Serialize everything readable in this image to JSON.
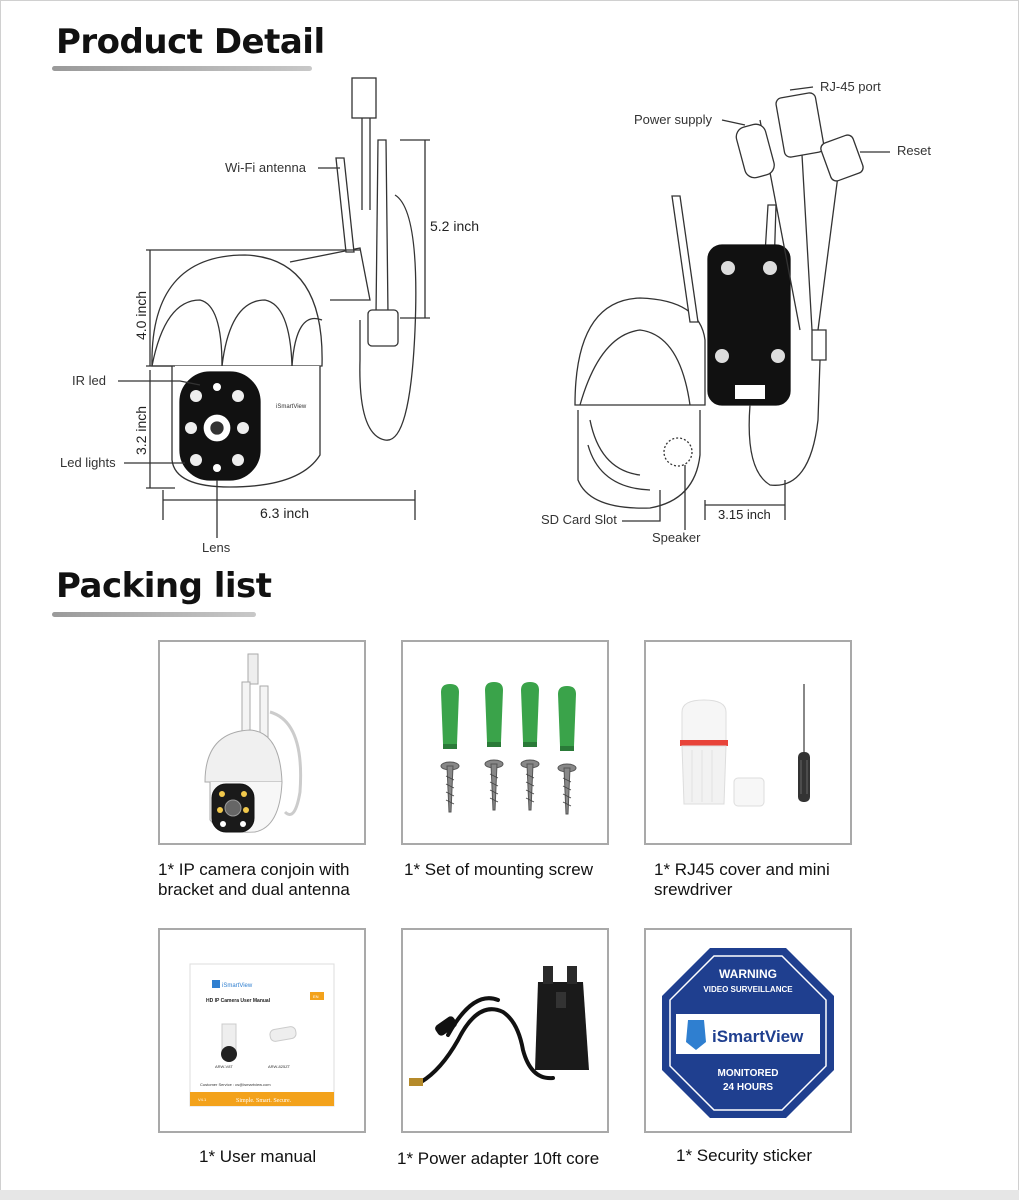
{
  "product_detail": {
    "title": "Product Detail",
    "callouts": {
      "wifi_antenna": "Wi-Fi antenna",
      "ir_led": "IR led",
      "led_lights": "Led lights",
      "lens": "Lens",
      "power_supply": "Power supply",
      "rj45_port": "RJ-45 port",
      "reset": "Reset",
      "sd_card_slot": "SD Card Slot",
      "speaker": "Speaker"
    },
    "dimensions": {
      "height_total": "5.2 inch",
      "dome_height": "4.0 inch",
      "body_height": "3.2 inch",
      "width": "6.3 inch",
      "depth": "3.15 inch"
    },
    "brand_on_camera": "iSmartView"
  },
  "packing_list": {
    "title": "Packing list",
    "items": [
      {
        "caption_line1": "1* IP camera conjoin with",
        "caption_line2": "bracket and dual antenna"
      },
      {
        "caption_line1": "1* Set of mounting screw",
        "caption_line2": ""
      },
      {
        "caption_line1": "1* RJ45 cover and mini",
        "caption_line2": "srewdriver"
      },
      {
        "caption_line1": "1* User manual",
        "caption_line2": ""
      },
      {
        "caption_line1": "1* Power adapter 10ft core",
        "caption_line2": ""
      },
      {
        "caption_line1": "1* Security sticker",
        "caption_line2": ""
      }
    ],
    "manual": {
      "brand": "iSmartView",
      "title": "HD IP Camera User Manual",
      "lang": "EN",
      "model_a": "ARW-V8T",
      "model_b": "ARW-825ZT",
      "service": "Customer Service : cs@ismartview.com",
      "slogan": "Simple. Smart. Secure.",
      "version": "V4.1"
    },
    "sticker": {
      "warning": "WARNING",
      "surveillance": "VIDEO SURVEILLANCE",
      "brand": "iSmartView",
      "monitored": "MONITORED",
      "hours": "24 HOURS"
    }
  },
  "colors": {
    "sticker_blue": "#1f3f8f",
    "anchor_green": "#3aa34a",
    "manual_orange": "#f3a21b",
    "title_bar": "#a8a8a8"
  }
}
